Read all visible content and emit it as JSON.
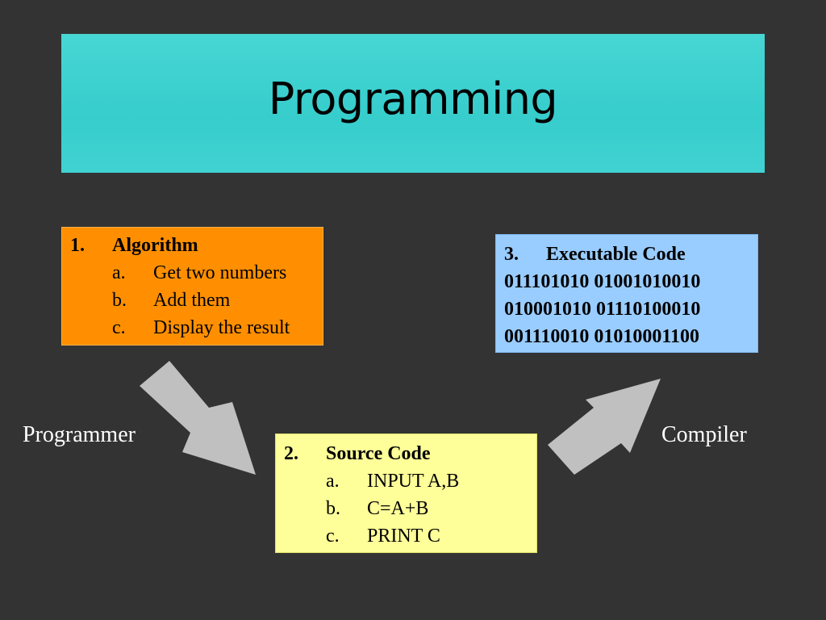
{
  "slide": {
    "title": "Programming"
  },
  "algorithm_box": {
    "number": "1.",
    "heading": "Algorithm",
    "items": [
      {
        "letter": "a.",
        "text": "Get two numbers"
      },
      {
        "letter": "b.",
        "text": "Add them"
      },
      {
        "letter": "c.",
        "text": "Display the result"
      }
    ]
  },
  "source_box": {
    "number": "2.",
    "heading": "Source Code",
    "items": [
      {
        "letter": "a.",
        "text": "INPUT A,B"
      },
      {
        "letter": "b.",
        "text": "C=A+B"
      },
      {
        "letter": "c.",
        "text": "PRINT C"
      }
    ]
  },
  "executable_box": {
    "number": "3.",
    "heading": "Executable Code",
    "lines": [
      "011101010 01001010010",
      "010001010 01110100010",
      "001110010 01010001100"
    ]
  },
  "labels": {
    "programmer": "Programmer",
    "compiler": "Compiler"
  },
  "colors": {
    "background": "#333333",
    "title_box": "#3fd1d0",
    "algorithm_box": "#ff8f00",
    "source_box": "#ffff99",
    "executable_box": "#99ccff",
    "arrow": "#c0c0c0"
  }
}
